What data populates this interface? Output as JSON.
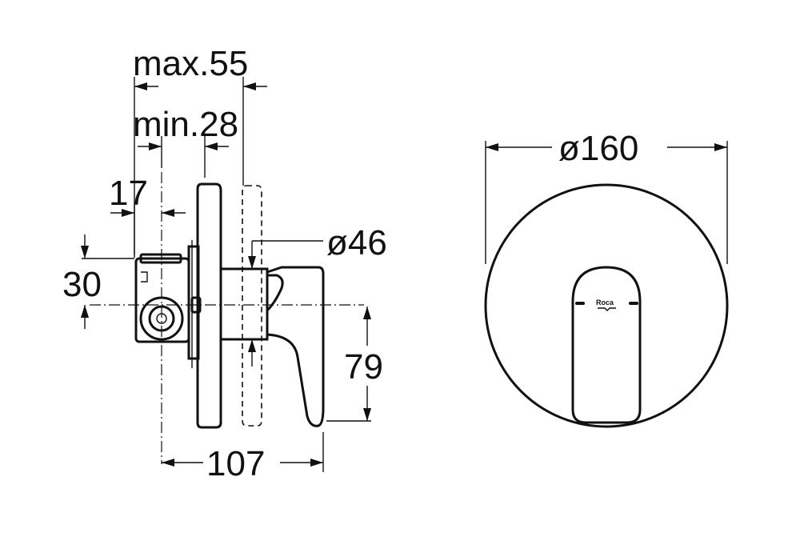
{
  "dimensions": {
    "max_depth": "max.55",
    "min_depth": "min.28",
    "body_offset": "17",
    "inlet_height": "30",
    "handle_drop": "79",
    "overall_depth": "107",
    "cartridge_diameter": "ø46",
    "plate_diameter": "ø160"
  },
  "logo": {
    "brand": "Roca"
  },
  "colors": {
    "line": "#111111",
    "background": "#ffffff"
  }
}
